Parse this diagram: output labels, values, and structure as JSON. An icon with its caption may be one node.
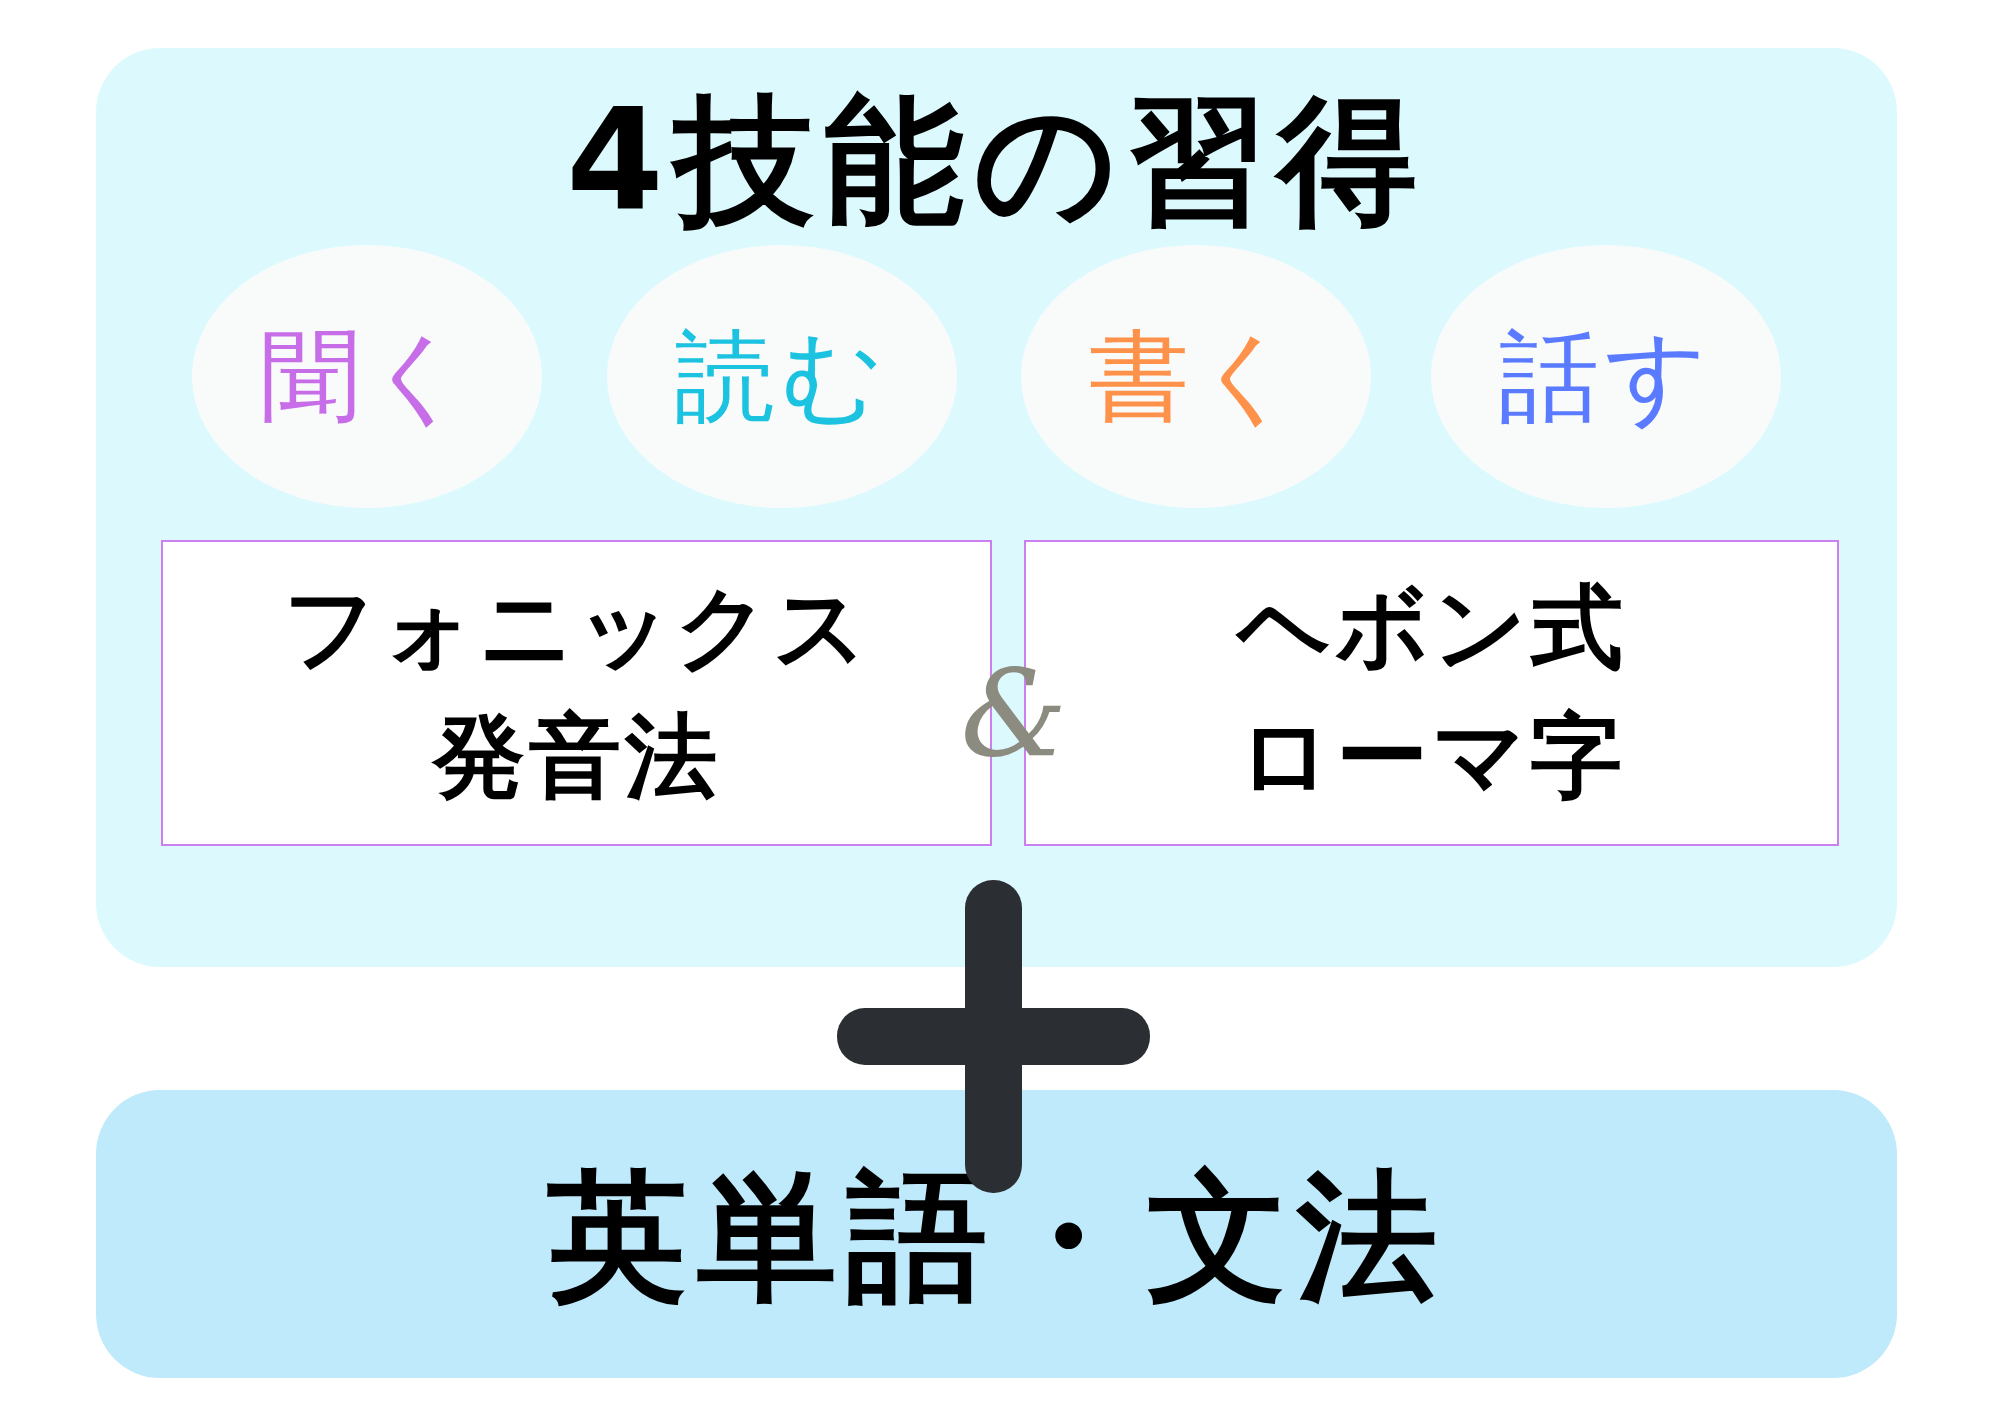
{
  "diagram": {
    "nodes": [
      {
        "text": [
          "4技能の習得"
        ]
      },
      {
        "text": [
          "聞く"
        ],
        "in": 0
      },
      {
        "text": [
          "読む"
        ],
        "in": 0
      },
      {
        "text": [
          "書く"
        ],
        "in": 0
      },
      {
        "text": [
          "話す"
        ],
        "in": 0
      },
      {
        "text": [
          "フォニックス発音法"
        ],
        "in": 0
      },
      {
        "text": [
          "ヘボン式ローマ字"
        ],
        "in": 0
      },
      {
        "text": [
          "英単語・文法"
        ]
      }
    ],
    "labels": [
      "&"
    ]
  }
}
